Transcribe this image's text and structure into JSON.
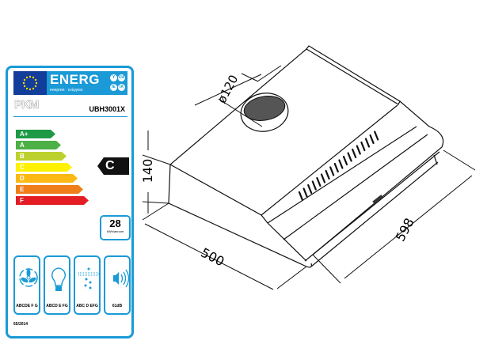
{
  "label": {
    "header": "ENERG",
    "subheader": "енергия · ενέργεια",
    "lang_badges": [
      "Y",
      "IJA",
      "IE",
      "IA"
    ],
    "brand": "PKM",
    "model": "UBH3001X",
    "classes": [
      {
        "label": "A+",
        "color": "#1e9a46"
      },
      {
        "label": "A",
        "color": "#4cb047"
      },
      {
        "label": "B",
        "color": "#bcd12d"
      },
      {
        "label": "C",
        "color": "#fff200"
      },
      {
        "label": "D",
        "color": "#fcb813"
      },
      {
        "label": "E",
        "color": "#ef7d1a"
      },
      {
        "label": "F",
        "color": "#e31d23"
      }
    ],
    "rating": "C",
    "consumption": "28",
    "consumption_unit": "kWh/annum",
    "fan_class": "ABCDE F G",
    "light_class": "ABCD E FG",
    "grease_class": "ABC D EFG",
    "noise": "61dB",
    "regulation": "65/2014"
  },
  "drawing": {
    "dim_diameter": "ø120",
    "dim_height": "140",
    "dim_depth": "500",
    "dim_width": "598"
  }
}
